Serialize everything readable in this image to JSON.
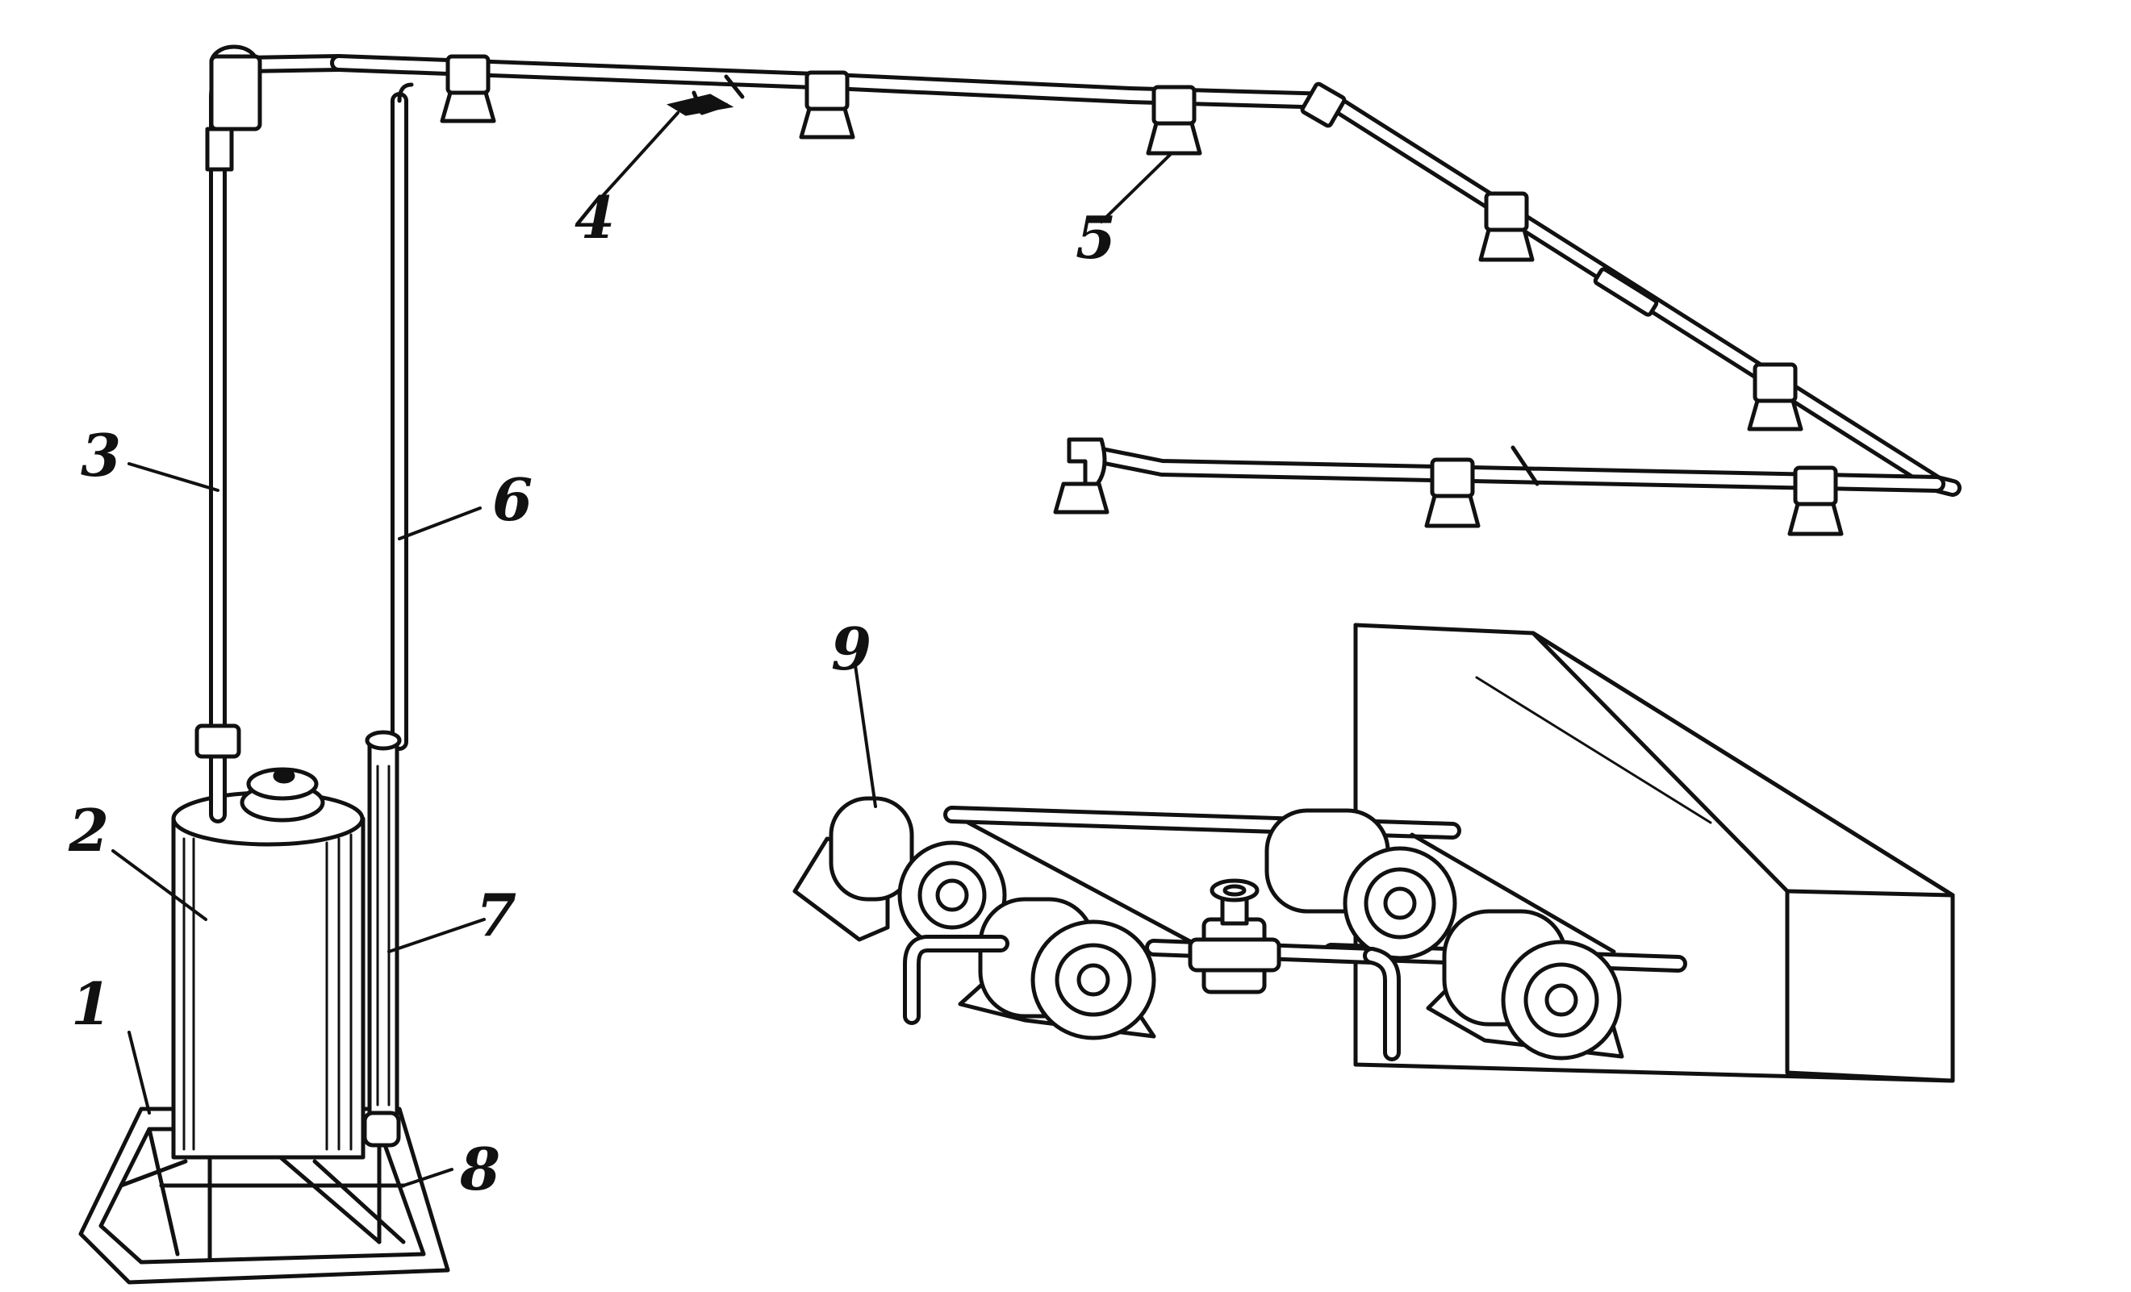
{
  "figure": {
    "callouts": [
      {
        "id": "c1",
        "label": "1"
      },
      {
        "id": "c2",
        "label": "2"
      },
      {
        "id": "c3",
        "label": "3"
      },
      {
        "id": "c4",
        "label": "4"
      },
      {
        "id": "c5",
        "label": "5"
      },
      {
        "id": "c6",
        "label": "6"
      },
      {
        "id": "c7",
        "label": "7"
      },
      {
        "id": "c8",
        "label": "8"
      },
      {
        "id": "c9",
        "label": "9"
      }
    ]
  },
  "colors": {
    "ink": "#111111",
    "paper": "#ffffff"
  }
}
